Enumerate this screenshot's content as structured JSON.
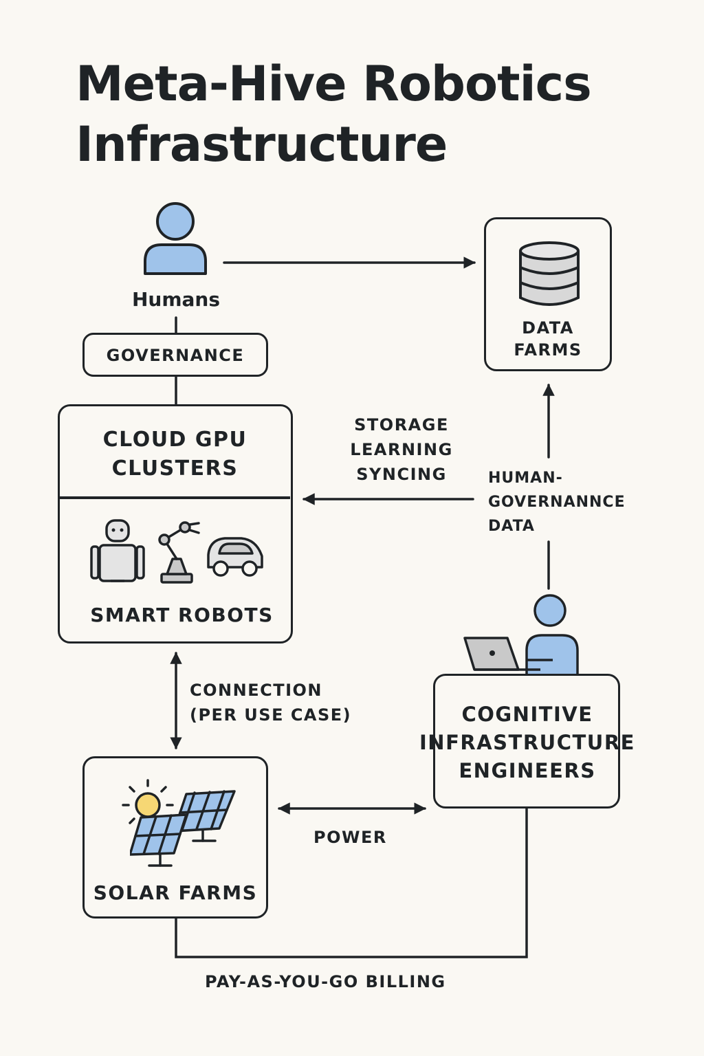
{
  "title": {
    "line1": "Meta-Hive Robotics",
    "line2": "Infrastructure"
  },
  "nodes": {
    "humans": "Humans",
    "governance": "GOVERNANCE",
    "data_farms": {
      "line1": "DATA",
      "line2": "FARMS"
    },
    "cloud_gpu": {
      "line1": "CLOUD GPU",
      "line2": "CLUSTERS"
    },
    "smart_robots": "SMART ROBOTS",
    "solar_farms": "SOLAR FARMS",
    "engineers": {
      "line1": "COGNITIVE",
      "line2": "INFRASTRUCTURE",
      "line3": "ENGINEERS"
    }
  },
  "edges": {
    "storage_learning": {
      "line1": "STORAGE",
      "line2": "LEARNING",
      "line3": "SYNCING"
    },
    "human_governance": {
      "line1": "HUMAN-",
      "line2": "GOVERNANNCE",
      "line3": "DATA"
    },
    "connection": {
      "line1": "CONNECTION",
      "line2": "(PER USE CASE)"
    },
    "power": "POWER",
    "billing": "PAY-AS-YOU-GO BILLING"
  },
  "icons": [
    "person-icon",
    "database-icon",
    "humanoid-robot-icon",
    "robot-arm-icon",
    "autonomous-car-icon",
    "sun-icon",
    "solar-panel-icon",
    "engineer-laptop-icon"
  ],
  "colors": {
    "accent_blue": "#9fc3ea",
    "ink": "#1f2326",
    "gray": "#c9c9c9",
    "sun": "#f6d774",
    "background": "#faf8f3"
  }
}
